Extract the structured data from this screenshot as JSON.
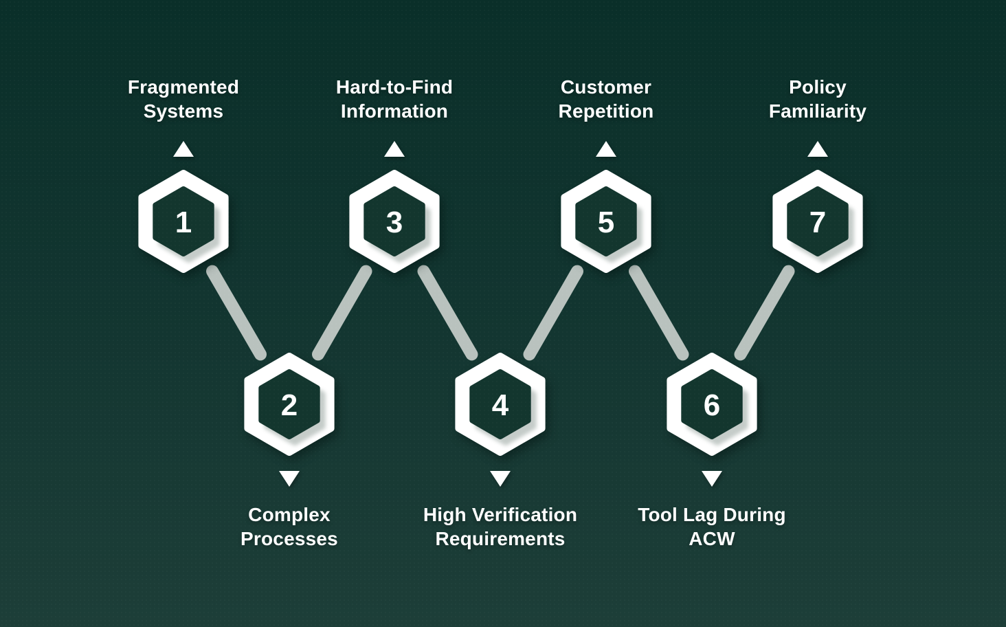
{
  "diagram": {
    "type": "zigzag-hexagon-process",
    "colors": {
      "background_top": "#0a2f29",
      "background_bottom": "#1d3e38",
      "hexagon_ring": "#ffffff",
      "hexagon_fill": "#13362e",
      "hexagon_inner_shadow": "#c5ccc9",
      "connector": "#b9c2be",
      "text": "#ffffff"
    },
    "items": [
      {
        "number": "1",
        "label": "Fragmented Systems",
        "label_line1": "Fragmented",
        "label_line2": "Systems",
        "row": "top"
      },
      {
        "number": "2",
        "label": "Complex Processes",
        "label_line1": "Complex",
        "label_line2": "Processes",
        "row": "bottom"
      },
      {
        "number": "3",
        "label": "Hard-to-Find Information",
        "label_line1": "Hard-to-Find",
        "label_line2": "Information",
        "row": "top"
      },
      {
        "number": "4",
        "label": "High Verification Requirements",
        "label_line1": "High Verification",
        "label_line2": "Requirements",
        "row": "bottom"
      },
      {
        "number": "5",
        "label": "Customer Repetition",
        "label_line1": "Customer",
        "label_line2": "Repetition",
        "row": "top"
      },
      {
        "number": "6",
        "label": "Tool Lag During ACW",
        "label_line1": "Tool Lag During",
        "label_line2": "ACW",
        "row": "bottom"
      },
      {
        "number": "7",
        "label": "Policy Familiarity",
        "label_line1": "Policy",
        "label_line2": "Familiarity",
        "row": "top"
      }
    ],
    "connections": [
      "1-2",
      "2-3",
      "3-4",
      "4-5",
      "5-6",
      "6-7"
    ]
  }
}
